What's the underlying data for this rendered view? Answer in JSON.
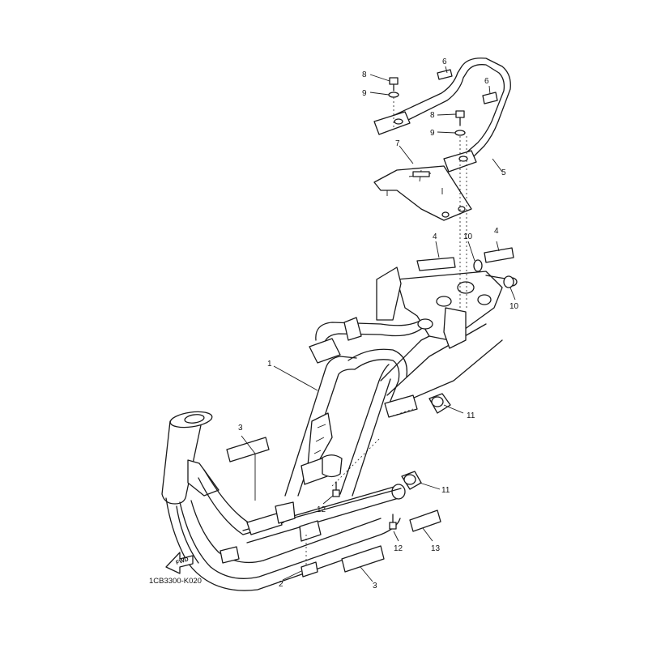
{
  "diagram_code": "1CB3300-K020",
  "fwd_label": "FWD",
  "callouts": {
    "c1": "1",
    "c2": "2",
    "c3a": "3",
    "c3b": "3",
    "c4a": "4",
    "c4b": "4",
    "c5": "5",
    "c6a": "6",
    "c6b": "6",
    "c7": "7",
    "c8a": "8",
    "c8b": "8",
    "c9a": "9",
    "c9b": "9",
    "c10a": "10",
    "c10b": "10",
    "c11a": "11",
    "c11b": "11",
    "c12a": "12",
    "c12b": "12",
    "c13": "13"
  }
}
